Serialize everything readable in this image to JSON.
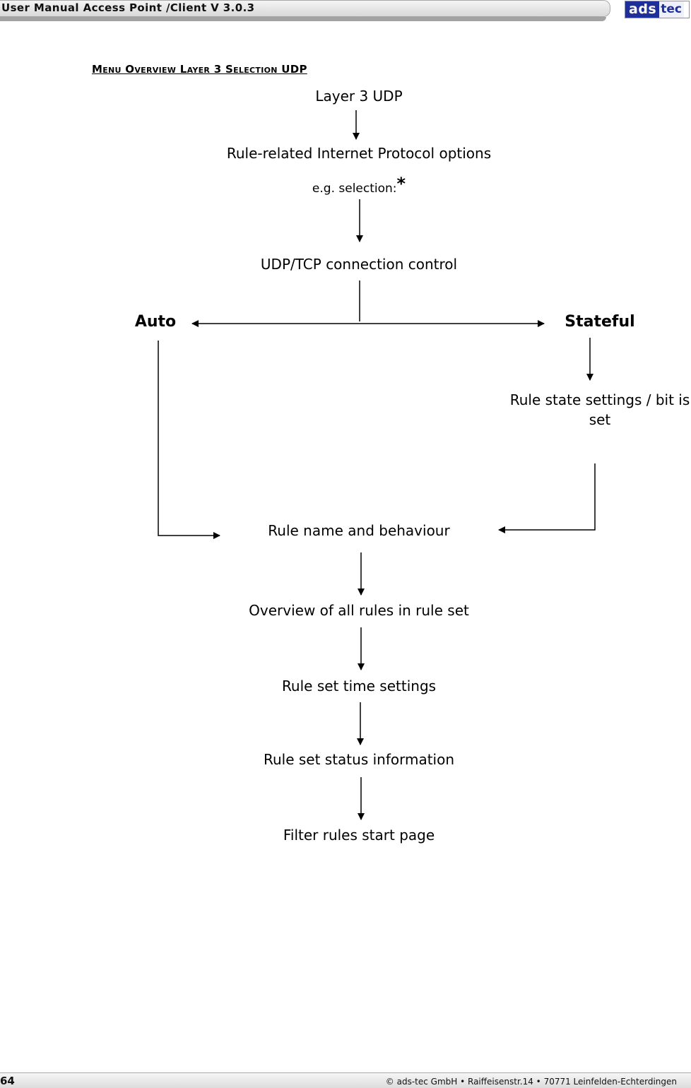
{
  "header": {
    "title": "User Manual Access Point /Client V 3.0.3",
    "logo_ads": "ads",
    "logo_tec": "tec"
  },
  "section": {
    "heading": "Menu Overview Layer 3 Selection UDP"
  },
  "flow": {
    "start": "Layer 3 UDP",
    "ip_options": "Rule-related Internet Protocol options",
    "selection_note": "e.g. selection:",
    "selection_mark": "*",
    "connection_control": "UDP/TCP connection control",
    "branch_auto": "Auto",
    "branch_stateful": "Stateful",
    "state_settings": "Rule state settings / bit is set",
    "rule_name": "Rule name and behaviour",
    "overview": "Overview of all rules in rule set",
    "time_settings": "Rule set time settings",
    "status_info": "Rule set status information",
    "start_page": "Filter rules start page"
  },
  "footer": {
    "page_number": "64",
    "copyright": "© ads-tec GmbH • Raiffeisenstr.14 • 70771 Leinfelden-Echterdingen"
  }
}
